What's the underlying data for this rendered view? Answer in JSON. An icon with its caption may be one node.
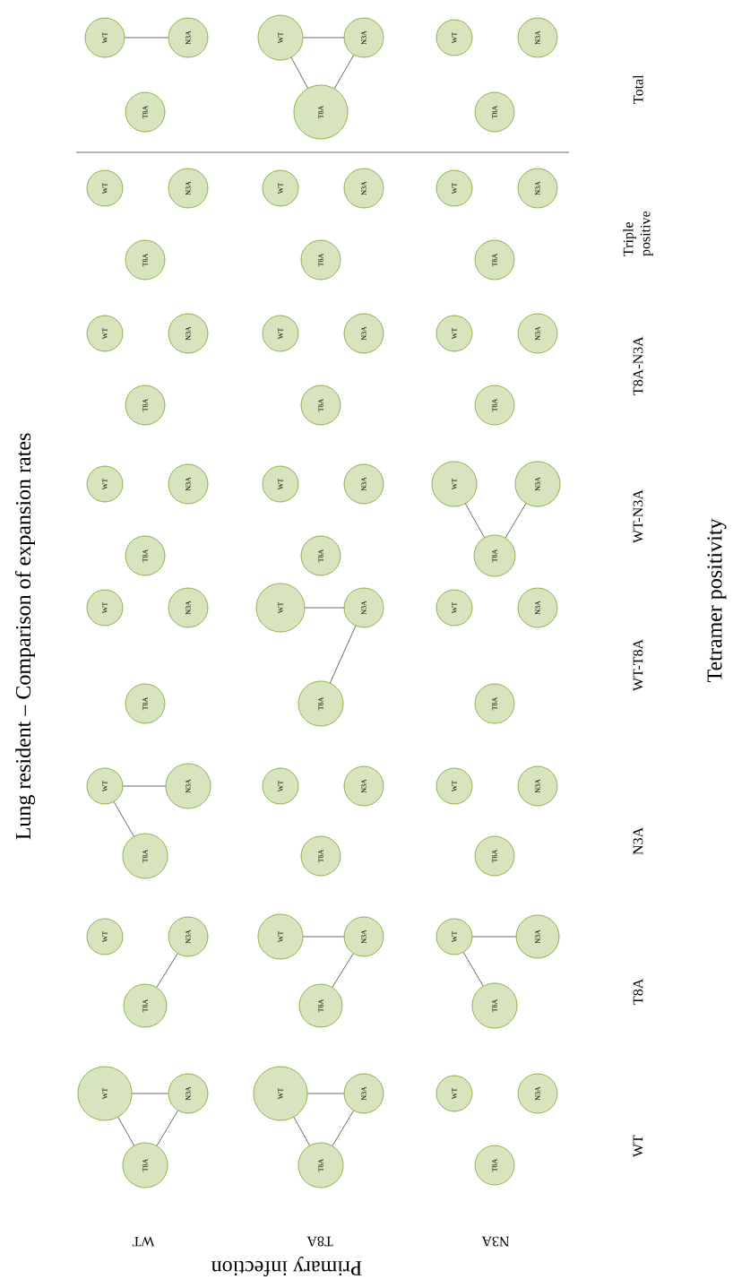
{
  "diagram": {
    "title": "Lung resident – Comparison of expansion rates",
    "nodes": [
      {
        "text": [
          "WT"
        ]
      },
      {
        "text": [
          "T8A"
        ]
      },
      {
        "text": [
          "N3A"
        ]
      },
      {
        "text": [
          "WT"
        ]
      },
      {
        "text": [
          "T8A"
        ]
      },
      {
        "text": [
          "N3A"
        ]
      },
      {
        "text": [
          "WT"
        ]
      },
      {
        "text": [
          "T8A"
        ]
      },
      {
        "text": [
          "N3A"
        ]
      },
      {
        "text": [
          "WT"
        ]
      },
      {
        "text": [
          "T8A"
        ]
      },
      {
        "text": [
          "N3A"
        ]
      },
      {
        "text": [
          "WT"
        ]
      },
      {
        "text": [
          "T8A"
        ]
      },
      {
        "text": [
          "N3A"
        ]
      },
      {
        "text": [
          "WT"
        ]
      },
      {
        "text": [
          "T8A"
        ]
      },
      {
        "text": [
          "N3A"
        ]
      },
      {
        "text": [
          "WT"
        ]
      },
      {
        "text": [
          "T8A"
        ]
      },
      {
        "text": [
          "N3A"
        ]
      },
      {
        "text": [
          "WT"
        ]
      },
      {
        "text": [
          "T8A"
        ]
      },
      {
        "text": [
          "N3A"
        ]
      },
      {
        "text": [
          "WT"
        ]
      },
      {
        "text": [
          "T8A"
        ]
      },
      {
        "text": [
          "N3A"
        ]
      },
      {
        "text": [
          "WT"
        ]
      },
      {
        "text": [
          "T8A"
        ]
      },
      {
        "text": [
          "N3A"
        ]
      },
      {
        "text": [
          "WT"
        ]
      },
      {
        "text": [
          "T8A"
        ]
      },
      {
        "text": [
          "N3A"
        ]
      },
      {
        "text": [
          "WT"
        ]
      },
      {
        "text": [
          "T8A"
        ]
      },
      {
        "text": [
          "N3A"
        ]
      },
      {
        "text": [
          "WT"
        ]
      },
      {
        "text": [
          "T8A"
        ]
      },
      {
        "text": [
          "N3A"
        ]
      },
      {
        "text": [
          "WT"
        ]
      },
      {
        "text": [
          "T8A"
        ]
      },
      {
        "text": [
          "N3A"
        ]
      },
      {
        "text": [
          "WT"
        ]
      },
      {
        "text": [
          "T8A"
        ]
      },
      {
        "text": [
          "N3A"
        ]
      },
      {
        "text": [
          "WT"
        ]
      },
      {
        "text": [
          "T8A"
        ]
      },
      {
        "text": [
          "N3A"
        ]
      },
      {
        "text": [
          "WT"
        ]
      },
      {
        "text": [
          "T8A"
        ]
      },
      {
        "text": [
          "N3A"
        ]
      },
      {
        "text": [
          "WT"
        ]
      },
      {
        "text": [
          "T8A"
        ]
      },
      {
        "text": [
          "N3A"
        ]
      },
      {
        "text": [
          "WT"
        ]
      },
      {
        "text": [
          "T8A"
        ]
      },
      {
        "text": [
          "N3A"
        ]
      },
      {
        "text": [
          "WT"
        ]
      },
      {
        "text": [
          "T8A"
        ]
      },
      {
        "text": [
          "N3A"
        ]
      },
      {
        "text": [
          "WT"
        ]
      },
      {
        "text": [
          "T8A"
        ]
      },
      {
        "text": [
          "N3A"
        ]
      },
      {
        "text": [
          "WT"
        ]
      },
      {
        "text": [
          "T8A"
        ]
      },
      {
        "text": [
          "N3A"
        ]
      },
      {
        "text": [
          "WT"
        ]
      },
      {
        "text": [
          "T8A"
        ]
      },
      {
        "text": [
          "N3A"
        ]
      },
      {
        "text": [
          "WT"
        ]
      },
      {
        "text": [
          "T8A"
        ]
      },
      {
        "text": [
          "N3A"
        ]
      }
    ],
    "edges": [
      {
        "from": 0,
        "to": 1,
        "arrow": "none"
      },
      {
        "from": 0,
        "to": 2,
        "arrow": "none"
      },
      {
        "from": 1,
        "to": 2,
        "arrow": "none"
      },
      {
        "from": 3,
        "to": 4,
        "arrow": "none"
      },
      {
        "from": 3,
        "to": 5,
        "arrow": "none"
      },
      {
        "from": 4,
        "to": 5,
        "arrow": "none"
      },
      {
        "from": 10,
        "to": 11,
        "arrow": "none"
      },
      {
        "from": 12,
        "to": 14,
        "arrow": "none"
      },
      {
        "from": 13,
        "to": 14,
        "arrow": "none"
      },
      {
        "from": 15,
        "to": 16,
        "arrow": "none"
      },
      {
        "from": 15,
        "to": 17,
        "arrow": "none"
      },
      {
        "from": 18,
        "to": 19,
        "arrow": "none"
      },
      {
        "from": 18,
        "to": 20,
        "arrow": "none"
      },
      {
        "from": 30,
        "to": 32,
        "arrow": "none"
      },
      {
        "from": 31,
        "to": 32,
        "arrow": "none"
      },
      {
        "from": 42,
        "to": 43,
        "arrow": "none"
      },
      {
        "from": 43,
        "to": 44,
        "arrow": "none"
      },
      {
        "from": 63,
        "to": 65,
        "arrow": "none"
      },
      {
        "from": 66,
        "to": 67,
        "arrow": "none"
      },
      {
        "from": 66,
        "to": 68,
        "arrow": "none"
      },
      {
        "from": 67,
        "to": 68,
        "arrow": "none"
      }
    ],
    "labels": [
      "WT",
      "T8A",
      "N3A",
      "WT-T8A",
      "WT-N3A",
      "T8A-N3A",
      "Triple positive",
      "Total",
      "WT",
      "T8A",
      "N3A",
      "Tetramer positivity",
      "Primary infection"
    ]
  }
}
